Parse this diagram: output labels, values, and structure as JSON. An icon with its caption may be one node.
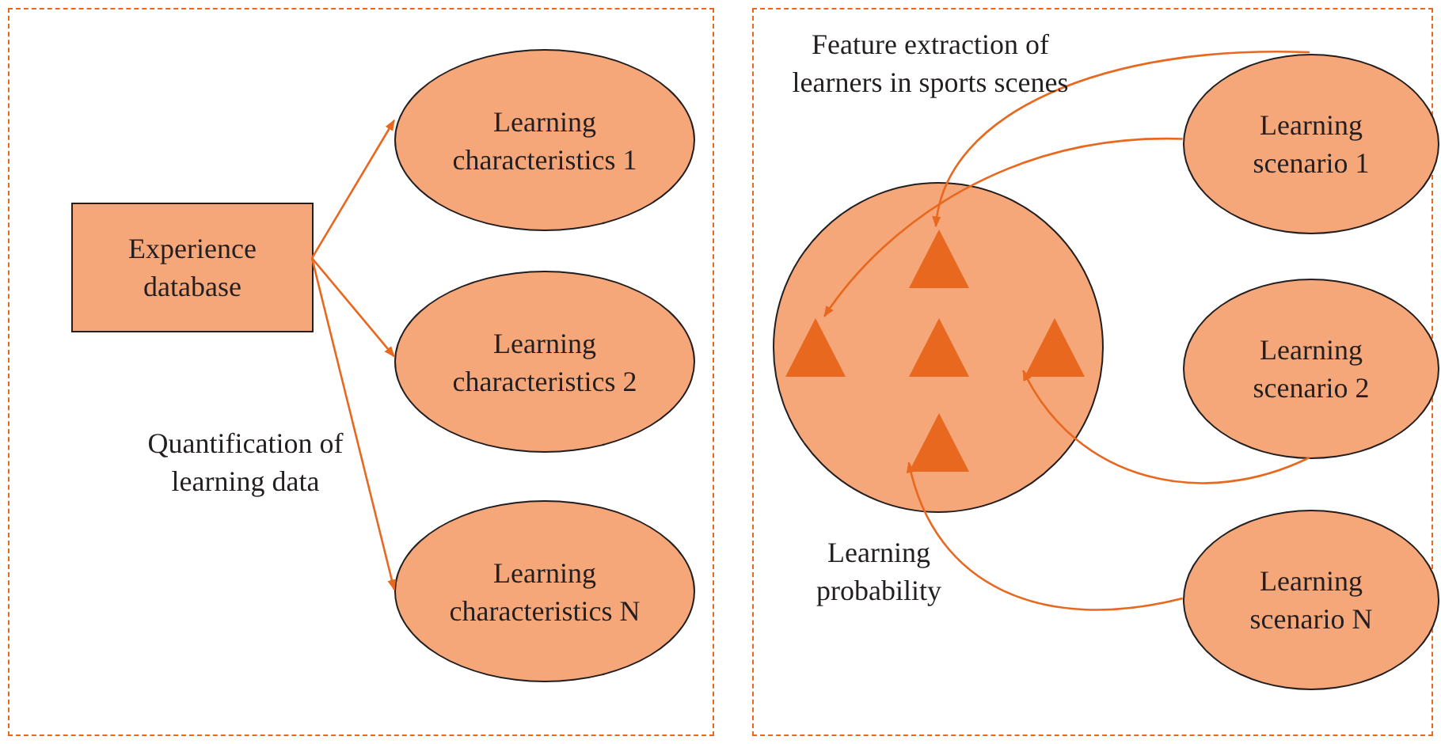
{
  "diagram": {
    "nodes": [
      {
        "text": [],
        "shape": "box"
      },
      {
        "text": [
          "Experience database"
        ],
        "in": 0
      },
      {
        "text": [
          "Learning characteristics 1"
        ],
        "in": 0
      },
      {
        "text": [
          "Learning characteristics 2"
        ],
        "in": 0
      },
      {
        "text": [
          "Learning characteristics N"
        ],
        "in": 0
      },
      {
        "text": [],
        "shape": "box"
      },
      {
        "text": [],
        "shape": "circle",
        "in": 5
      },
      {
        "text": [],
        "shape": "triangle",
        "in": 6
      },
      {
        "text": [],
        "shape": "triangle",
        "in": 6
      },
      {
        "text": [],
        "shape": "triangle",
        "in": 6
      },
      {
        "text": [],
        "shape": "triangle",
        "in": 6
      },
      {
        "text": [],
        "shape": "triangle",
        "in": 6
      },
      {
        "text": [
          "Learning scenario 1"
        ],
        "in": 5
      },
      {
        "text": [
          "Learning scenario 2"
        ],
        "in": 5
      },
      {
        "text": [
          "Learning scenario N"
        ],
        "in": 5
      }
    ],
    "edges": [
      {
        "from": 1,
        "to": 2,
        "arrow": "to"
      },
      {
        "from": 1,
        "to": 3,
        "arrow": "to"
      },
      {
        "from": 1,
        "to": 4,
        "arrow": "to"
      },
      {
        "from": 12,
        "to": 7,
        "arrow": "to"
      },
      {
        "from": 12,
        "to": 8,
        "arrow": "to"
      },
      {
        "from": 13,
        "to": 10,
        "arrow": "to"
      },
      {
        "from": 14,
        "to": 11,
        "arrow": "to"
      }
    ],
    "labels": [
      "Feature extraction of learners in sports scenes",
      "Quantification of learning data",
      "Learning probability"
    ]
  }
}
